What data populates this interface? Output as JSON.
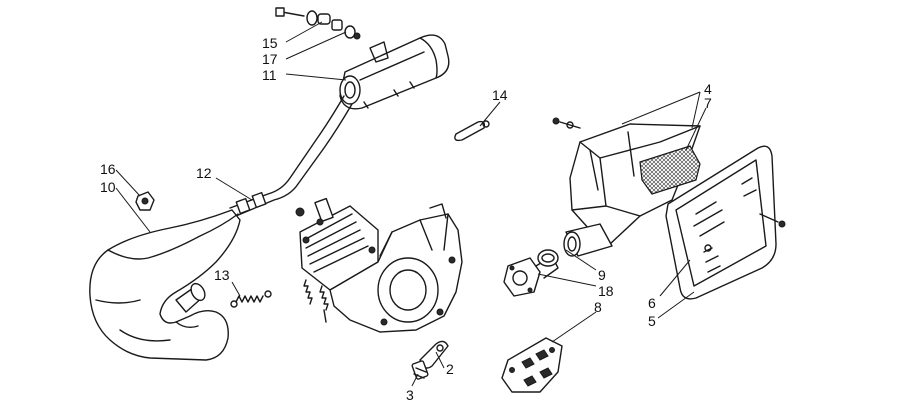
{
  "callouts": [
    {
      "id": "c15",
      "label": "15"
    },
    {
      "id": "c17",
      "label": "17"
    },
    {
      "id": "c11",
      "label": "11"
    },
    {
      "id": "c14",
      "label": "14"
    },
    {
      "id": "c4",
      "label": "4"
    },
    {
      "id": "c7",
      "label": "7"
    },
    {
      "id": "c16",
      "label": "16"
    },
    {
      "id": "c10",
      "label": "10"
    },
    {
      "id": "c12",
      "label": "12"
    },
    {
      "id": "c13",
      "label": "13"
    },
    {
      "id": "c9",
      "label": "9"
    },
    {
      "id": "c18",
      "label": "18"
    },
    {
      "id": "c8",
      "label": "8"
    },
    {
      "id": "c6",
      "label": "6"
    },
    {
      "id": "c5",
      "label": "5"
    },
    {
      "id": "c2",
      "label": "2"
    },
    {
      "id": "c3",
      "label": "3"
    }
  ]
}
